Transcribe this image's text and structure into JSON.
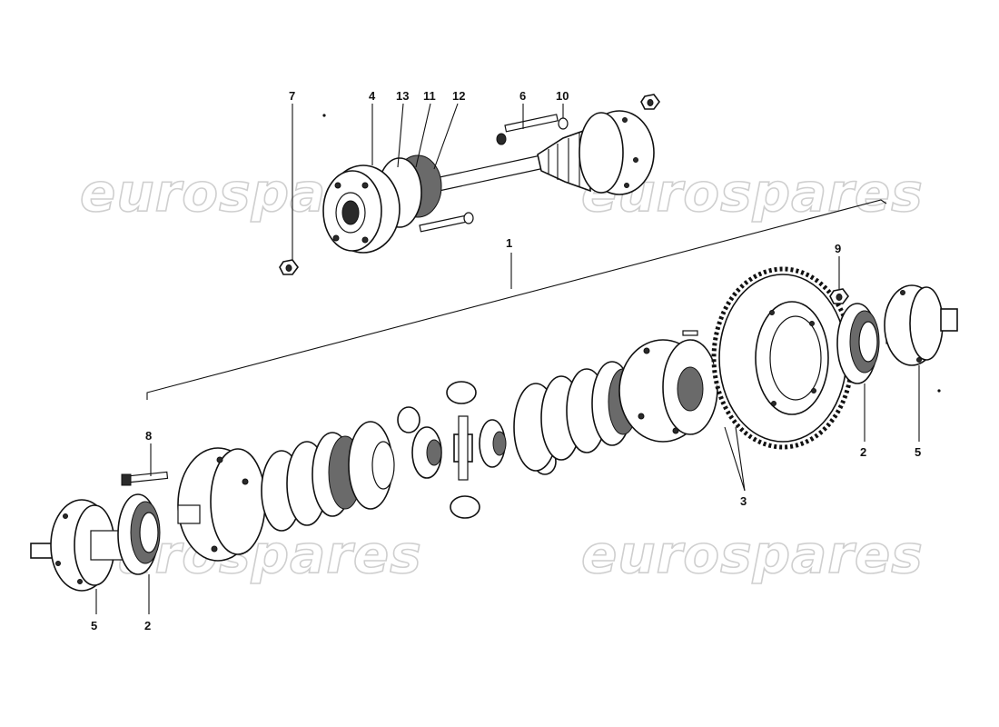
{
  "watermark": "eurospares",
  "callouts": {
    "c1": "1",
    "c2a": "2",
    "c2b": "2",
    "c3": "3",
    "c4": "4",
    "c5a": "5",
    "c5b": "5",
    "c6": "6",
    "c7": "7",
    "c8": "8",
    "c9": "9",
    "c10": "10",
    "c11": "11",
    "c12": "12",
    "c13": "13"
  }
}
